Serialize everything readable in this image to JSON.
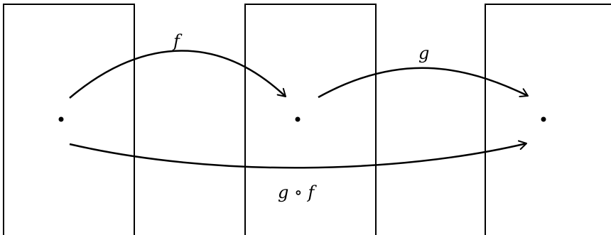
{
  "diagram": {
    "sets": [
      {
        "id": "domain-set"
      },
      {
        "id": "middle-set"
      },
      {
        "id": "codomain-set"
      }
    ],
    "points": [
      {
        "id": "point-x"
      },
      {
        "id": "point-fx"
      },
      {
        "id": "point-gfx"
      }
    ],
    "arrows": [
      {
        "id": "f",
        "label": "f"
      },
      {
        "id": "g",
        "label": "g"
      },
      {
        "id": "g-compose-f",
        "label": "g ∘ f"
      }
    ],
    "colors": {
      "stroke": "#000000",
      "background": "#ffffff"
    }
  }
}
